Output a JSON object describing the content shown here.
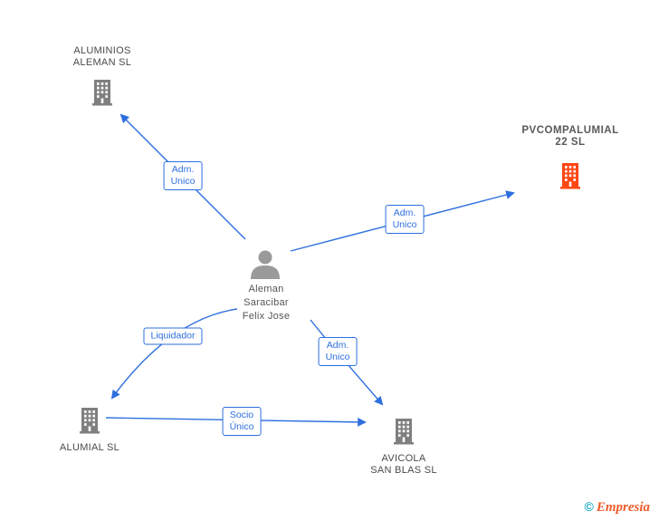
{
  "colors": {
    "edge": "#2e6fdf",
    "building_gray": "#7f7f7f",
    "building_highlight": "#ff4713",
    "person_gray": "#9a9a9a",
    "company_text": "#4a4a4a",
    "brand_teal": "#18a8c5",
    "brand_orange": "#f05a28"
  },
  "person": {
    "name_lines": [
      "Aleman",
      "Saracibar",
      "Felix Jose"
    ],
    "color": "#9a9a9a"
  },
  "companies": [
    {
      "name_lines": [
        "ALUMINIOS",
        "ALEMAN SL"
      ],
      "color": "#7f7f7f"
    },
    {
      "name_lines": [
        "PVCOMPALUMIAL",
        "22  SL"
      ],
      "color": "#ff4713"
    },
    {
      "name_lines": [
        "ALUMIAL SL"
      ],
      "color": "#7f7f7f"
    },
    {
      "name_lines": [
        "AVICOLA",
        "SAN BLAS  SL"
      ],
      "color": "#7f7f7f"
    }
  ],
  "edge_labels": [
    {
      "lines": [
        "Adm.",
        "Unico"
      ]
    },
    {
      "lines": [
        "Adm.",
        "Unico"
      ]
    },
    {
      "lines": [
        "Liquidador"
      ]
    },
    {
      "lines": [
        "Adm.",
        "Unico"
      ]
    },
    {
      "lines": [
        "Socio",
        "Único"
      ]
    }
  ],
  "footer": {
    "copyright": "©",
    "brand": "Empresia"
  }
}
